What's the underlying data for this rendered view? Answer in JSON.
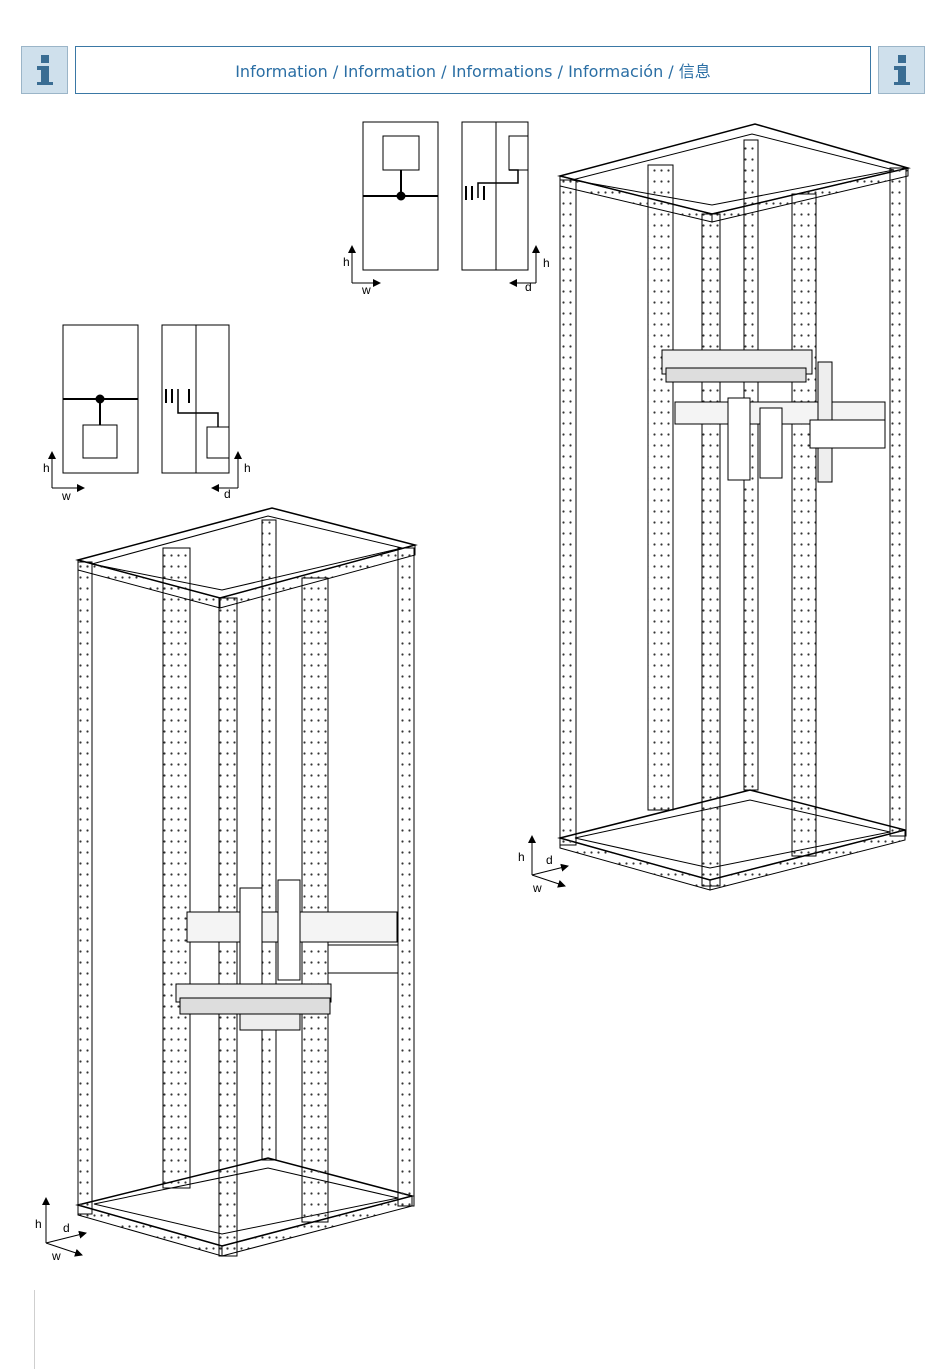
{
  "header": {
    "title": "Information / Information / Informations / Información / 信息"
  },
  "icons": {
    "left": "info-icon",
    "right": "info-icon"
  },
  "axis_labels": {
    "h": "h",
    "w": "w",
    "d": "d"
  },
  "colors": {
    "accent": "#2a6ea4",
    "icon_bg": "#cfe0ec",
    "line": "#000000"
  }
}
